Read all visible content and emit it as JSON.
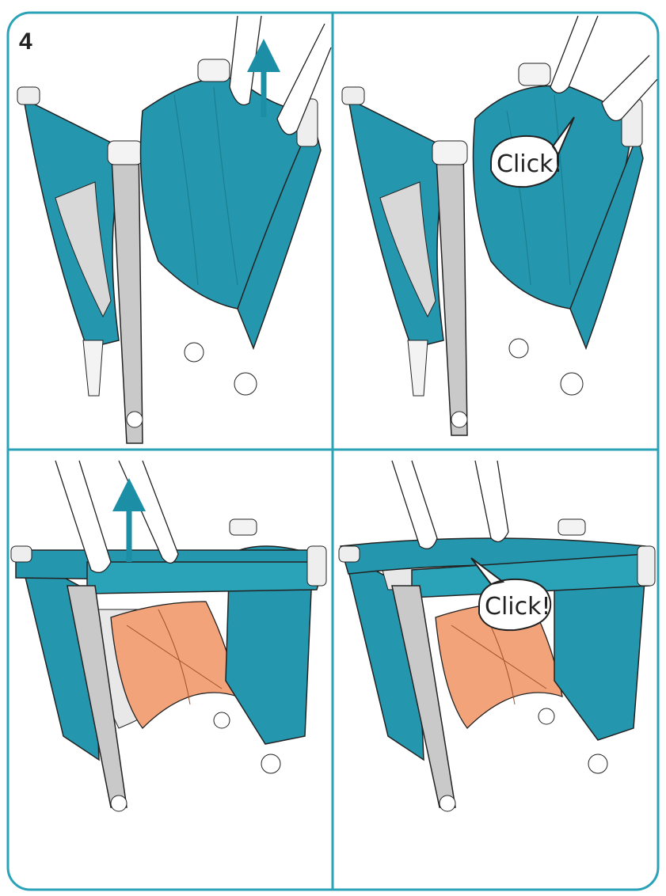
{
  "step": {
    "number": "4"
  },
  "panels": [
    {
      "id": "top-left",
      "arrow": true,
      "callout": ""
    },
    {
      "id": "top-right",
      "arrow": false,
      "callout": "Click!"
    },
    {
      "id": "bottom-left",
      "arrow": true,
      "callout": ""
    },
    {
      "id": "bottom-right",
      "arrow": false,
      "callout": "Click!"
    }
  ],
  "colors": {
    "border": "#2aa3b8",
    "fabric": "#2496ad",
    "fabric_dark": "#1b7f93",
    "frame": "#c9c9c9",
    "mattress": "#f2a37a",
    "mesh": "#eeeeee",
    "skin": "#ffffff",
    "arrow": "#1c8fa6",
    "outline": "#222222"
  }
}
